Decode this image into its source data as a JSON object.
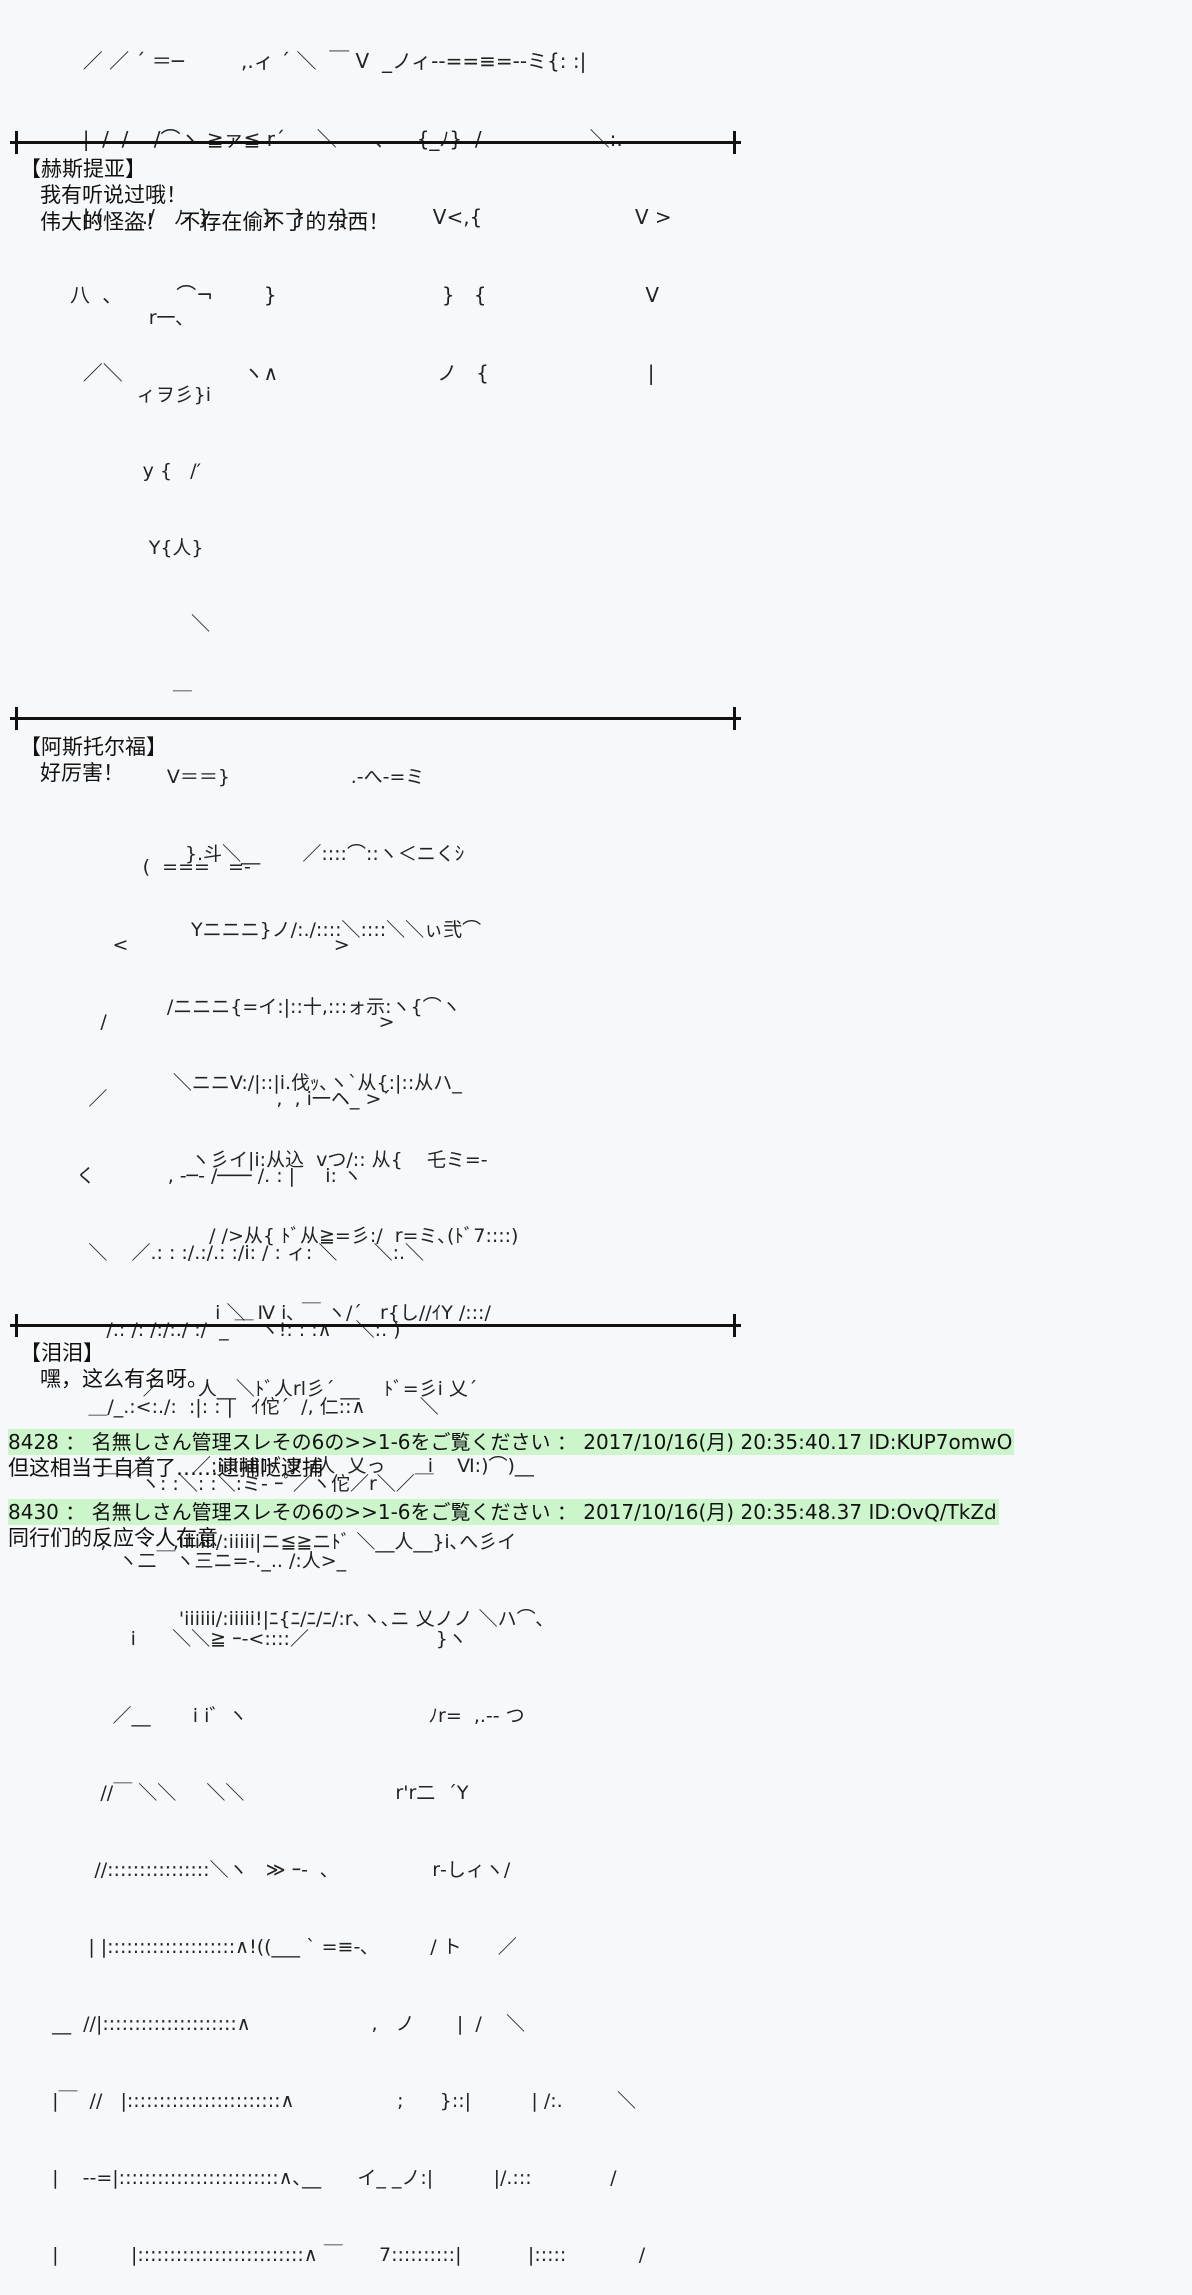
{
  "scene1": {
    "art": [
      "  ／ ／ ´ ＝─         ,.ィ ´ ＼  ￣ V  _ノィ--==≡=--ミ{: :|",
      "  |  /  /    /⌒ヽ ≧ァ≦ r´     ＼      ､     {_ﾉ}  /                 ＼:.",
      "  |.(      ./   ﾉ- }        }   }     }             V<,{                        V >",
      "八  ､          ⌒¬        }                          }   {                         V",
      "  ／＼                   ヽ∧                         ノ   {                         |"
    ]
  },
  "scene2": {
    "speaker": "【赫斯提亚】",
    "lines": [
      "我有听说过哦！",
      "伟大的怪盗！  不存在偷不了的东西！"
    ],
    "art": [
      "                  r一､",
      "                ィヲ彡}i",
      "                 y {   /′",
      "                  Y{人}",
      "                         ＼",
      "                      ￣",
      "                     V＝＝}                    .-へ-=ミ",
      "                        }.斗＼__       ／::::⌒::ヽ＜ニくｼ",
      "                         Yニニニ}ノ/:./::::＼::::＼＼ぃ弐⌒",
      "                     /ニニニ{=イ:|::十,:::ォ示:ヽ{⌒ヽ",
      "                      ＼ニニV:/|::|i.伐ｯ､ヽ`从{:|::从ハ_",
      "                         ヽ彡イ|i:从込  vつ/:: 从{    乇ミ=-",
      "                            / />从{ ﾄﾞ从≧=彡:/  r=ミ､(ﾄﾞ7::::)",
      "                             i ＼  Ⅳ i､ ￣ ヽ/´   r{し//ｲY /:::/",
      "                 ／      人__＼ﾄﾞ人rl彡´ __    ﾄﾞ=彡i 乂´",
      "               ／       ／:iiiiiiii|ﾄﾞソ /人  乂っ       i    Ⅵ:)⌒)__",
      "          ,           ,iiiiiii/:iiiii|ニ≦≧ニﾄﾞ ＼__人__}i､へ彡イ",
      "                       'iiiiii/:iiiii!|ﾆ{ﾆ/ﾆ/ﾆ/:r､ヽ､ニ 乂ノノ ＼ハ⌒､"
    ]
  },
  "scene3": {
    "speaker": "【阿斯托尔福】",
    "lines": [
      "好厉害！"
    ],
    "art": [
      "                 (  ===   =-",
      "            <                                  >",
      "          /                                             >",
      "        ／                            ,  , i一ヘ_ >´",
      "      く            , -─‐ /─── /. : |     i: ヽ",
      "        ＼    ／.: : :/.:/.: :/i: / : ィ: ＼      ＼:.＼",
      "           /.: /: /:/:./ :/  _ ￣ ヽ!: : :∧    ＼:. )",
      "        ＿/_.:<:./:  :|: : |   ｲ佗´  /, 仁::∧         ＼",
      "          ￣ ` ヽ: :＼: :＼:ミ- ｰﾟ／ヽ佗／r＼／￣",
      "             ヽ二￣ヽ三ニ=-._.. /:人>_",
      "               i      ＼＼≧ ｰ-<::::／                     }ヽ",
      "            ／__       i i゛ヽ                              ﾉr=  ,.-‐ つ",
      "          //￣ ＼＼     ＼＼                         r'r二  ´Y",
      "         //::::::::::::::::＼ヽ   ≫ ｰ-  ､                 r‐しィヽ/",
      "        | |::::::::::::::::::::∧!((___ ` =≡-､          / ト      ／",
      "  __  //|:::::::::::::::::::::∧                    ,   ノ       |  /    ＼",
      "  |￣  //   |::::::::::::::::::::::::∧                 ;      }::|          | /:.         ＼",
      "  |    --=|:::::::::::::::::::::::::∧､__      イ_ _ノ:|          |/.:::             /",
      "  |            |::::::::::::::::::::::::::∧ ￣      7::::::::::|           |:::::            /"
    ]
  },
  "scene4": {
    "speaker": "【泪泪】",
    "lines": [
      "嘿，这么有名呀。"
    ]
  },
  "posts": [
    {
      "header": "8428 ： 名無しさん管理スレその6の>>1-6をご覧ください ： 2017/10/16(月) 20:35:40.17 ID:KUP7omwO",
      "body": "但这相当于自首了……逮捕哒逮捕"
    },
    {
      "header": "8430 ： 名無しさん管理スレその6の>>1-6をご覧ください ： 2017/10/16(月) 20:35:48.37 ID:OvQ/TkZd",
      "body": "同行们的反应令人在意"
    }
  ]
}
